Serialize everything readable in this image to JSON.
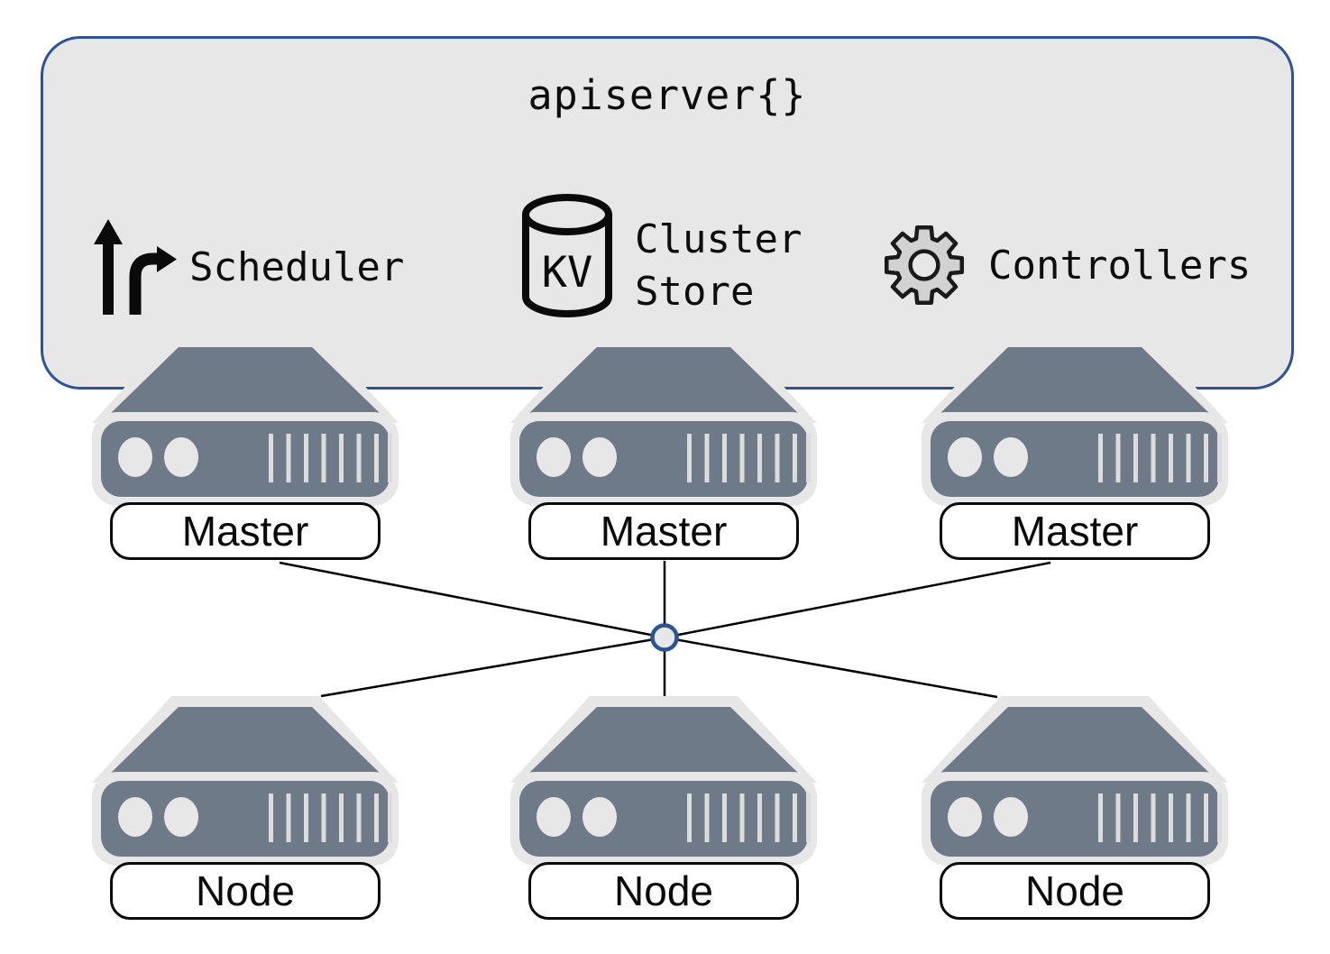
{
  "colors": {
    "background": "#ffffff",
    "box_fill": "#e8e7e7",
    "box_border": "#2e5394",
    "server_body": "#6f7a88",
    "server_casing": "#e8e7e7",
    "label_border": "#0a0a0a",
    "connector_line": "#000000",
    "hub_fill": "#e8e7e7",
    "hub_stroke": "#2e5394",
    "text": "#0d0d0d",
    "gear_fill": "#d2d2d2"
  },
  "apiserver_box": {
    "title": "apiserver{}"
  },
  "components": {
    "scheduler": {
      "label": "Scheduler",
      "icon": "turn-arrows-icon"
    },
    "cluster_store": {
      "label_line1": "Cluster",
      "label_line2": "Store",
      "icon": "database-cylinder-icon",
      "badge": "KV"
    },
    "controllers": {
      "label": "Controllers",
      "icon": "gear-icon"
    }
  },
  "masters": [
    {
      "label": "Master"
    },
    {
      "label": "Master"
    },
    {
      "label": "Master"
    }
  ],
  "nodes": [
    {
      "label": "Node"
    },
    {
      "label": "Node"
    },
    {
      "label": "Node"
    }
  ]
}
